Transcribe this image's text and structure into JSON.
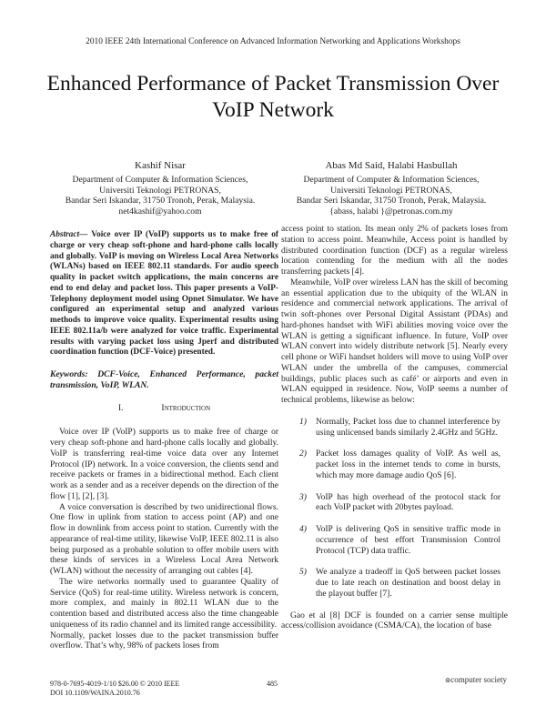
{
  "conference": "2010 IEEE 24th International Conference on Advanced Information Networking and Applications Workshops",
  "title": "Enhanced Performance of Packet Transmission Over VoIP Network",
  "authors": [
    {
      "name": "Kashif Nisar",
      "lines": [
        "Department of Computer & Information Sciences,",
        "Universiti Teknologi PETRONAS,",
        "Bandar Seri Iskandar, 31750 Tronoh, Perak, Malaysia.",
        "net4kashif@yahoo.com"
      ]
    },
    {
      "name": "Abas Md Said, Halabi Hasbullah",
      "lines": [
        "Department of Computer & Information Sciences,",
        "Universiti Teknologi PETRONAS,",
        "Bandar Seri Iskandar, 31750 Tronoh, Perak, Malaysia.",
        "{abass, halabi }@petronas.com.my"
      ]
    }
  ],
  "abstract": {
    "label": "Abstract—",
    "text": " Voice over IP (VoIP) supports us to make free of charge or very cheap soft-phone and hard-phone calls locally and globally. VoIP is moving on Wireless Local Area Networks (WLANs) based on IEEE 802.11 standards. For audio speech quality in packet switch applications, the main concerns are end to end delay and packet loss. This paper presents a VoIP-Telephony deployment model using Opnet Simulator. We have configured an experimental setup and analyzed various methods to improve voice quality. Experimental results using IEEE 802.11a/b were analyzed for voice traffic. Experimental results with varying packet loss using Jperf and distributed coordination function (DCF-Voice) presented."
  },
  "keywords": "Keywords: DCF-Voice, Enhanced Performance, packet transmission, VoIP, WLAN.",
  "section": {
    "number": "I.",
    "title": "Introduction"
  },
  "left_paragraphs": [
    "Voice over IP (VoIP) supports us to make free of charge or very cheap soft-phone and hard-phone calls locally and globally. VoIP is transferring real-time voice data over any Internet Protocol (IP) network.  In a voice conversion, the clients send and receive packets or frames in a bidirectional method. Each client work as a sender and as a receiver depends on the direction of the flow [1], [2], [3].",
    "A voice conversation is described by two unidirectional flows. One flow in uplink from station to access point (AP) and one flow in downlink from access point to station. Currently with the appearance of real-time utility, likewise VoIP, IEEE 802.11 is also being purposed as a probable solution to offer mobile users with these kinds of services in a Wireless Local Area Network (WLAN) without the necessity of arranging out cables [4].",
    "The wire networks normally used to guarantee Quality of Service (QoS) for real-time utility. Wireless network is concern, more complex, and mainly in 802.11 WLAN due to the contention based and distributed access also the time changeable uniqueness of its radio channel and its limited range accessibility.",
    "Normally, packet losses due to the packet transmission buffer overflow. That’s why, 98% of packets loses from"
  ],
  "right_paragraphs": [
    "access point to station. Its mean only 2% of packets loses from station to access point. Meanwhile, Access point is handled by distributed coordination function (DCF) as a regular wireless location contending for the medium with all the nodes transferring packets [4].",
    "Meanwhile, VoIP over wireless LAN has the skill of becoming an essential application due to the ubiquity of the WLAN in residence and commercial network applications. The arrival of twin soft-phones over Personal Digital Assistant (PDAs) and hard-phones handset with WiFi abilities moving voice over the WLAN is getting a significant influence. In future, VoIP over WLAN convert into widely distribute network [5]. Nearly every cell phone or WiFi handset holders will move to using VoIP over WLAN under the umbrella of the campuses, commercial buildings, public places such as café’ or airports and even in WLAN equipped in residence. Now, VoIP seems a number of technical problems, likewise as below:"
  ],
  "list": [
    {
      "num": "1)",
      "text": "Normally, Packet loss due to channel interference by using unlicensed bands similarly 2.4GHz and 5GHz."
    },
    {
      "num": "2)",
      "text": "Packet loss damages quality of VoIP. As well as, packet loss in the internet tends to come in bursts, which may more damage audio QoS [6]."
    },
    {
      "num": "3)",
      "text": "VoIP has high overhead of the protocol stack for each VoIP packet with 20bytes payload."
    },
    {
      "num": "4)",
      "text": "VoIP is delivering QoS in sensitive traffic mode in occurrence of best effort Transmission Control Protocol (TCP) data traffic."
    },
    {
      "num": "5)",
      "text": "We analyze a tradeoff in QoS between packet losses due to late reach on destination and boost delay in the playout buffer [7]."
    }
  ],
  "right_last": "Gao et al [8] DCF is founded on a carrier sense multiple access/collision avoidance (CSMA/CA), the location of base",
  "footer": {
    "isbn": "978-0-7695-4019-1/10 $26.00 © 2010 IEEE",
    "doi": "DOI 10.1109/WAINA.2010.76",
    "page": "485",
    "logo": "computer society"
  }
}
